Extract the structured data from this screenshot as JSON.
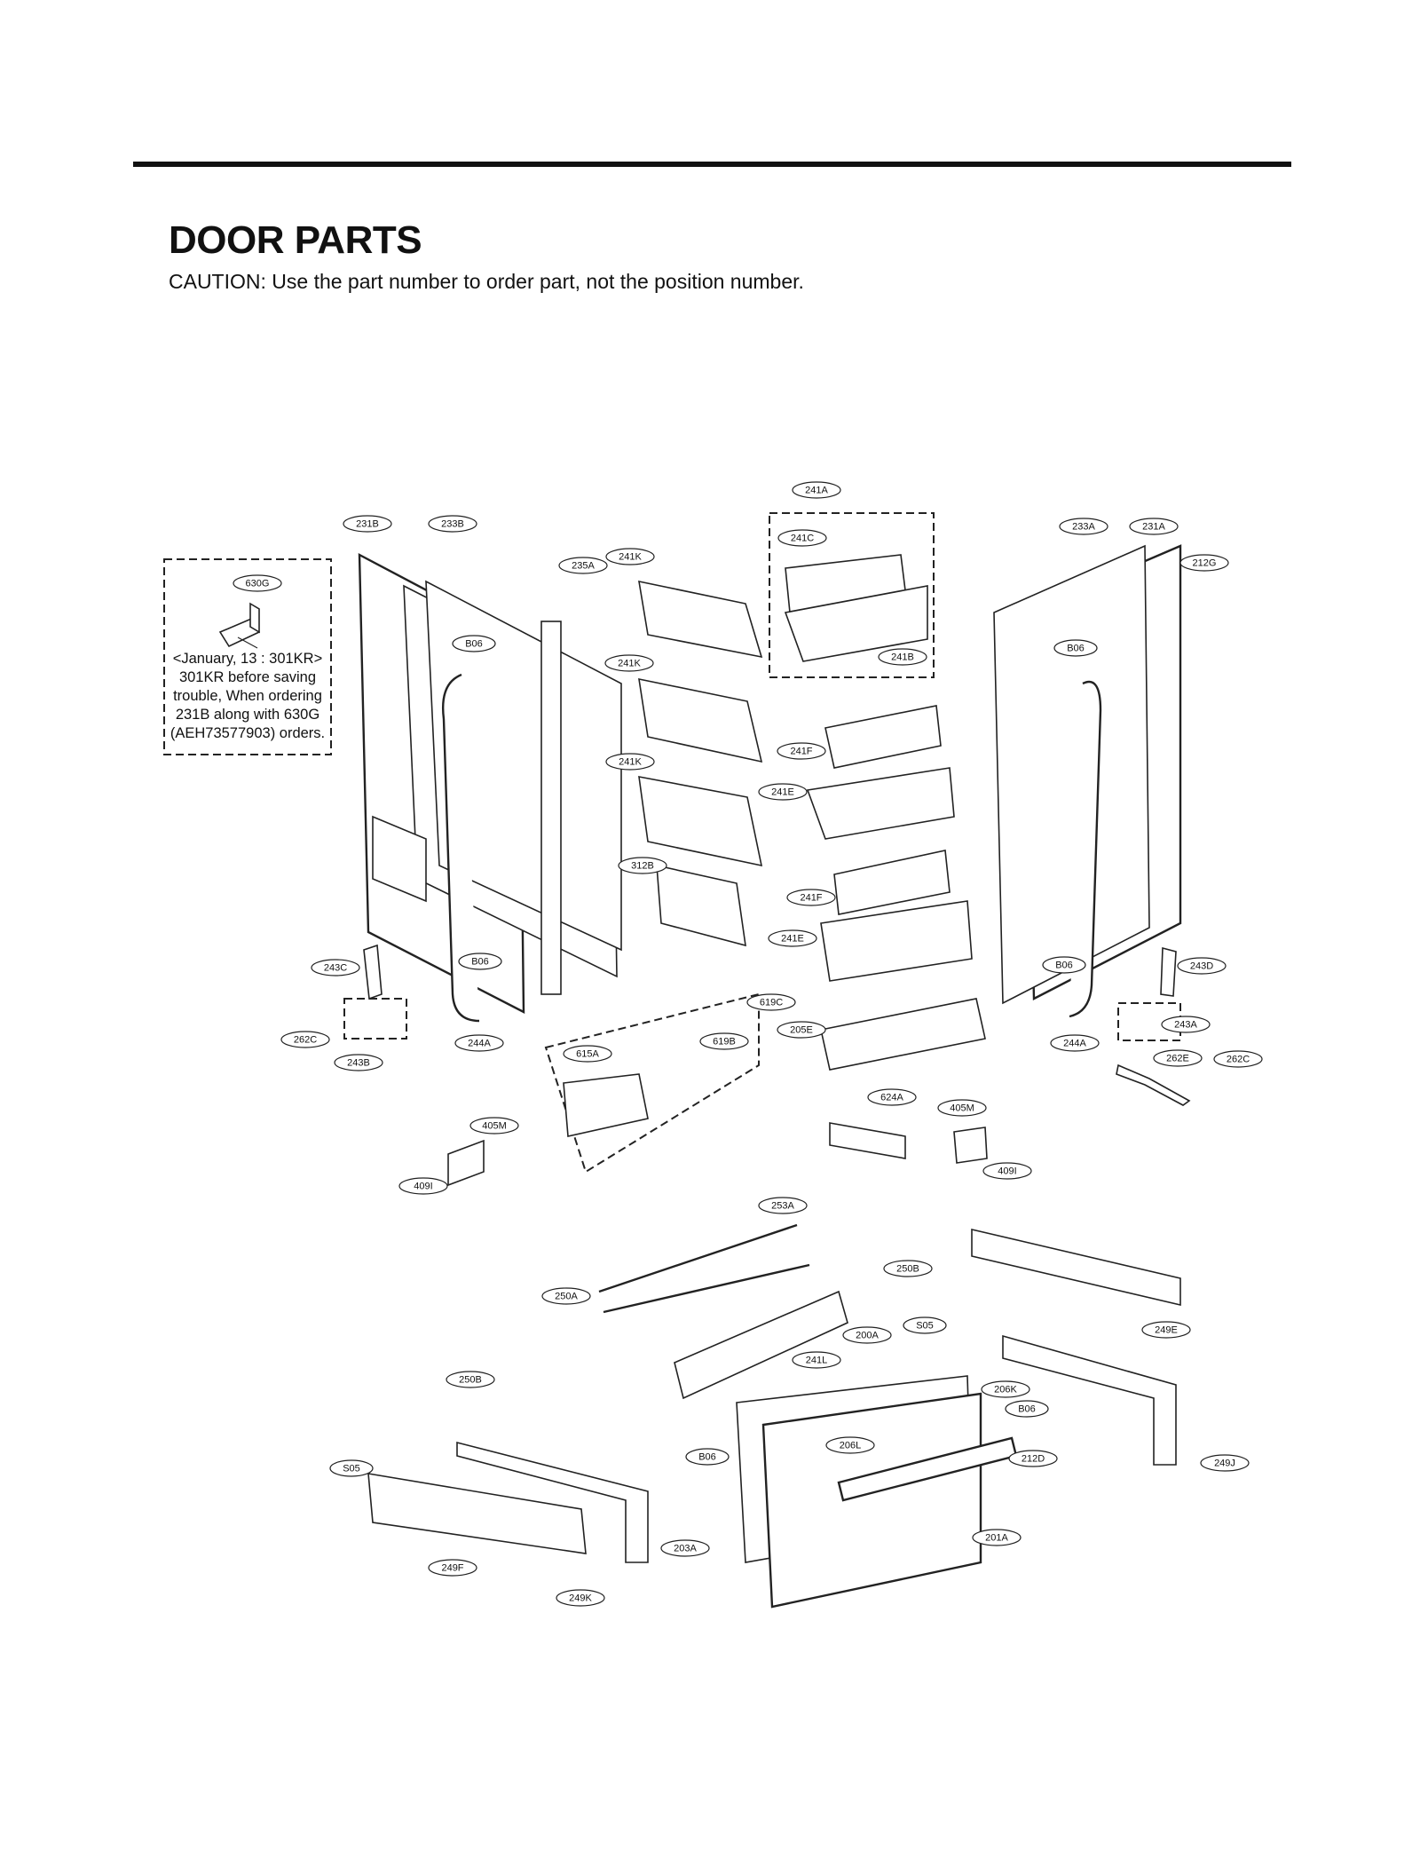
{
  "page": {
    "title": "DOOR PARTS",
    "caution": "CAUTION: Use the part number to order part, not the position number."
  },
  "note": {
    "lines": [
      "<January, 13 : 301KR>",
      "301KR before saving",
      "trouble, When ordering",
      "231B along with 630G",
      "(AEH73577903) orders."
    ]
  },
  "callouts": [
    "241A",
    "231B",
    "233B",
    "241K",
    "235A",
    "241C",
    "233A",
    "231A",
    "212G",
    "630G",
    "B06",
    "241B",
    "B06",
    "241K",
    "241F",
    "241K",
    "241E",
    "312B",
    "241F",
    "241E",
    "243C",
    "B06",
    "B06",
    "243D",
    "619C",
    "205E",
    "262C",
    "244A",
    "619B",
    "615A",
    "243B",
    "244A",
    "243A",
    "262E",
    "262C",
    "624A",
    "405M",
    "405M",
    "409I",
    "409I",
    "253A",
    "250B",
    "250A",
    "S05",
    "249E",
    "241L",
    "200A",
    "206K",
    "250B",
    "B06",
    "206L",
    "B06",
    "212D",
    "249J",
    "S05",
    "201A",
    "203A",
    "249F",
    "249K"
  ]
}
